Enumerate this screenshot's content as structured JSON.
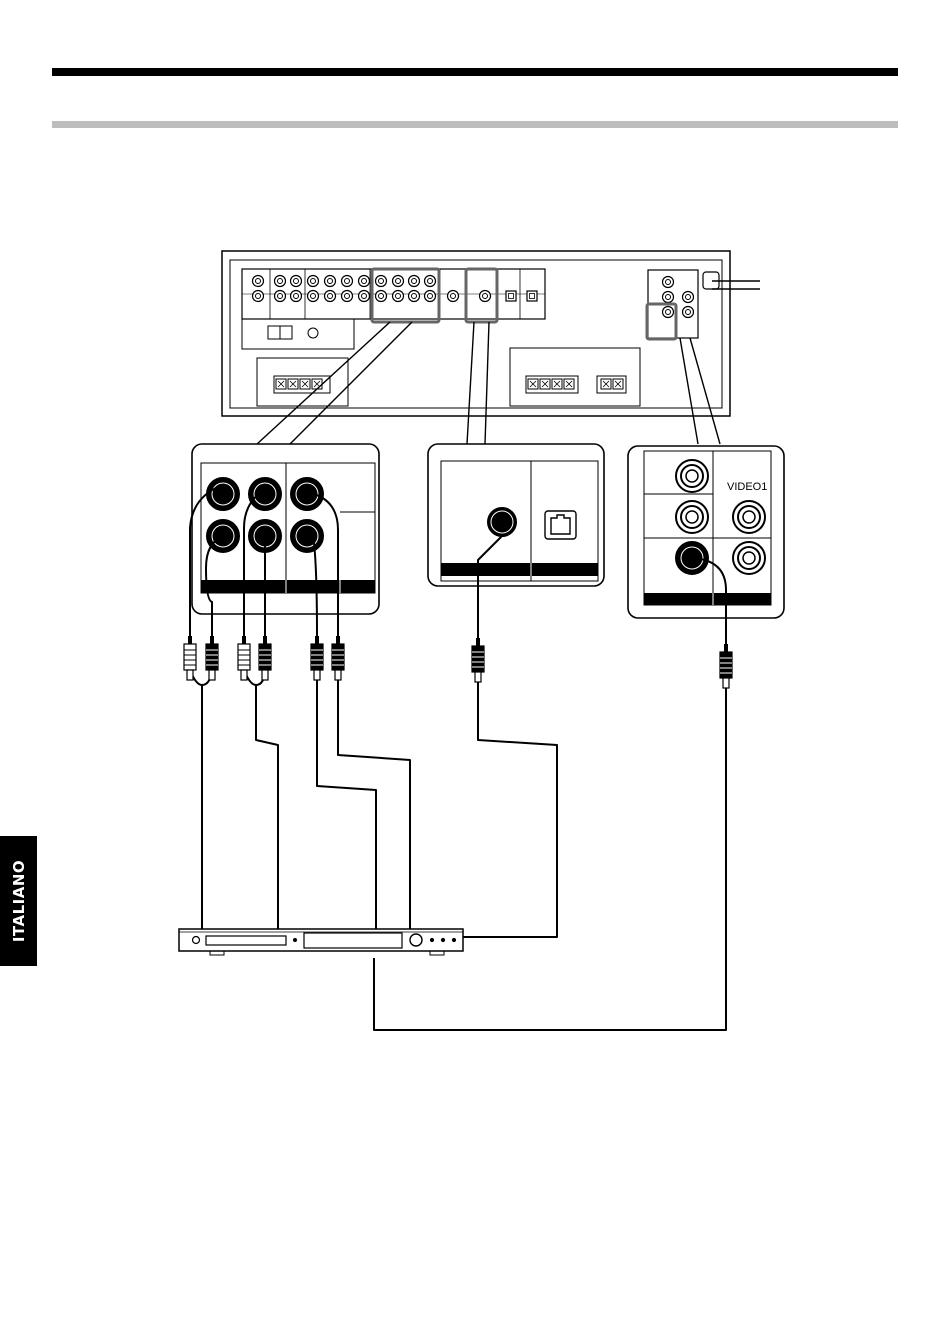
{
  "side_tab": {
    "label": "ITALIANO"
  },
  "terminal_panel": {
    "video_label": "VIDEO1"
  },
  "colors": {
    "ink": "#000000",
    "rule_gray": "#bdbdbd",
    "highlight": "#666666"
  },
  "icons": [
    "receiver-rear-panel",
    "dvd-player",
    "rca-plug",
    "optical-port",
    "coaxial-jack"
  ]
}
